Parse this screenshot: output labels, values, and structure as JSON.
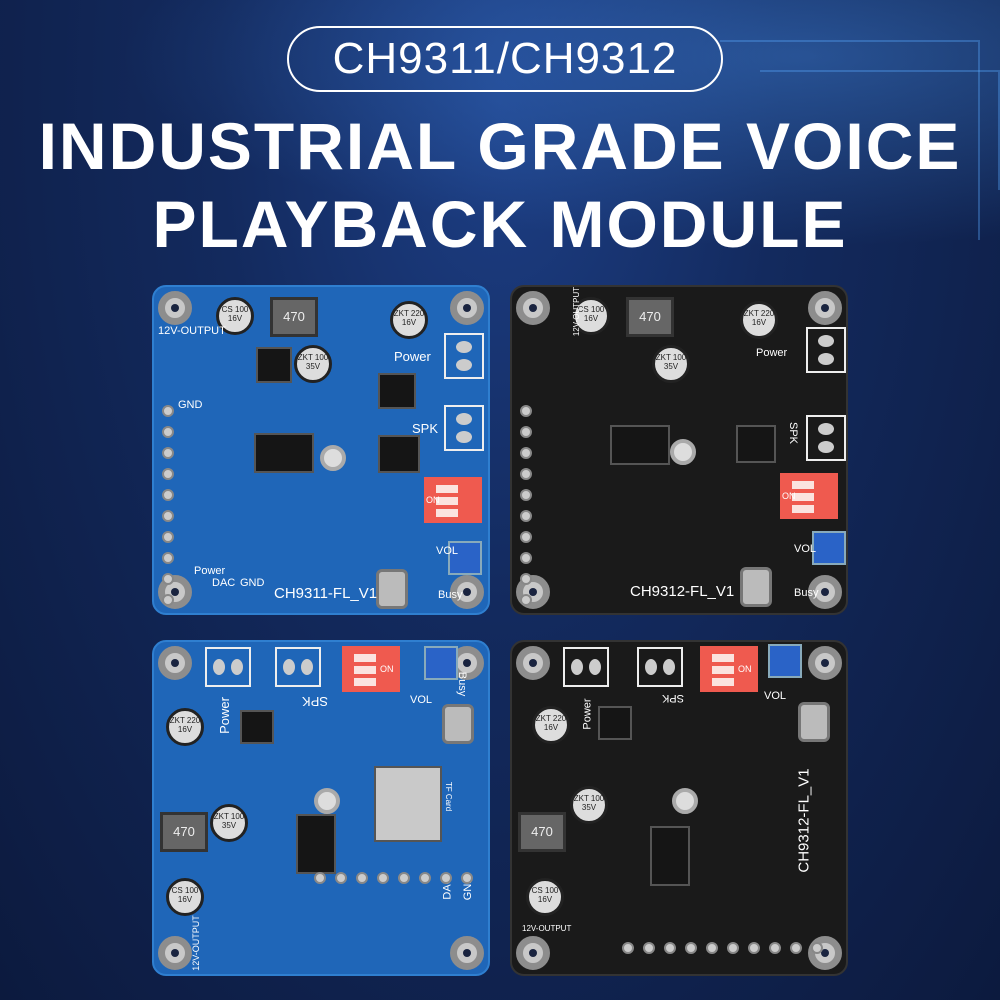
{
  "header": {
    "model_pill": "CH9311/CH9312",
    "title_line1": "INDUSTRIAL GRADE VOICE",
    "title_line2": "PLAYBACK MODULE"
  },
  "colors": {
    "background": "#132a5e",
    "blue_board": "#1f66b8",
    "black_board": "#1a1a1a",
    "dip_switch": "#ef5a4f"
  },
  "boards": [
    {
      "color": "blue",
      "model": "CH9311-FL_V1",
      "labels": {
        "output": "12V-OUTPUT",
        "power": "Power",
        "spk": "SPK",
        "gnd": "GND",
        "dac": "DAC",
        "gnd2": "GND",
        "busy": "Busy",
        "vol": "VOL",
        "on": "ON",
        "power2": "Power"
      },
      "cap1": "CS 100 16V",
      "cap2": "ZKT 100 35V",
      "cap3": "ZKT 220 16V",
      "inductor": "470"
    },
    {
      "color": "black",
      "model": "CH9312-FL_V1",
      "labels": {
        "output": "12V-OUTPUT",
        "power": "Power",
        "spk": "SPK",
        "busy": "Busy",
        "vol": "VOL",
        "on": "ON"
      },
      "cap1": "CS 100 16V",
      "cap2": "ZKT 100 35V",
      "cap3": "ZKT 220 16V",
      "inductor": "470"
    },
    {
      "color": "blue",
      "labels": {
        "output": "12V-OUTPUT",
        "power": "Power",
        "spk": "SPK",
        "tf": "TF Card",
        "dac": "DAC",
        "gnd": "GND",
        "busy": "Busy",
        "vol": "VOL",
        "on": "ON"
      },
      "cap1": "CS 100 16V",
      "cap2": "ZKT 100 35V",
      "cap3": "ZKT 220 16V",
      "inductor": "470"
    },
    {
      "color": "black",
      "model": "CH9312-FL_V1",
      "labels": {
        "output": "12V-OUTPUT",
        "power": "Power",
        "spk": "SPK",
        "vol": "VOL",
        "on": "ON"
      },
      "cap1": "CS 100 16V",
      "cap2": "ZKT 100 35V",
      "cap3": "ZKT 220 16V",
      "inductor": "470"
    }
  ]
}
